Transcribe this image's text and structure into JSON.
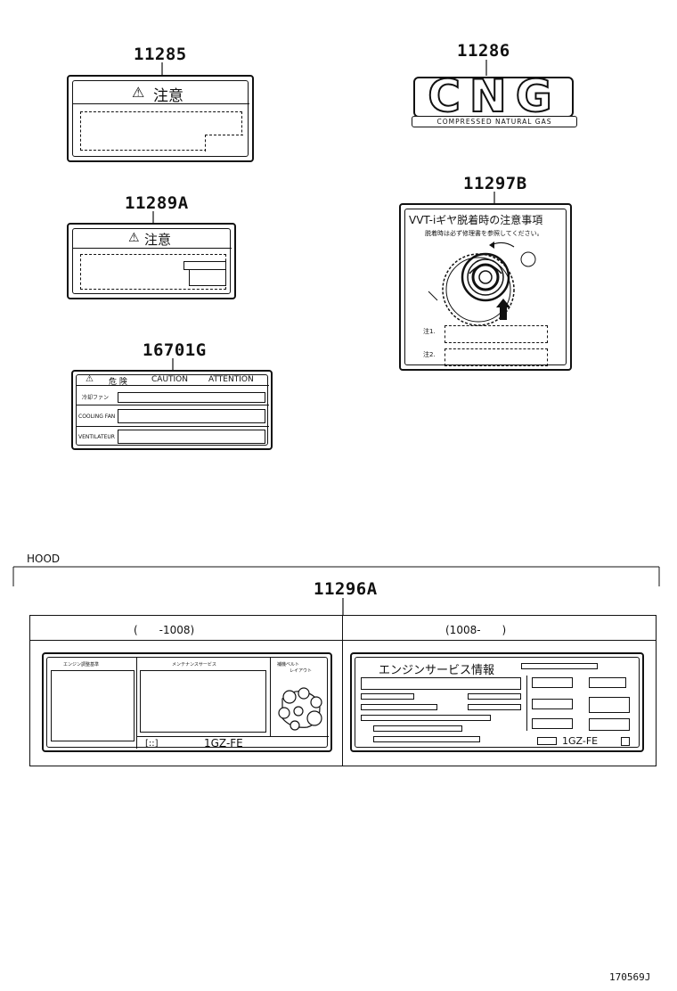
{
  "parts": {
    "p11285": {
      "number": "11285",
      "header": "注意"
    },
    "p11286": {
      "number": "11286",
      "logo_text": "CNG",
      "logo_subtext": "COMPRESSED NATURAL GAS"
    },
    "p11289A": {
      "number": "11289A",
      "header": "注意"
    },
    "p11297B": {
      "number": "11297B",
      "title": "VVT-iギヤ脱着時の注意事項",
      "subtitle": "脱着時は必ず修理書を参照してください。",
      "note1": "注1.",
      "note2": "注2."
    },
    "p16701G": {
      "number": "16701G",
      "header_jp": "危 険",
      "header_en": "CAUTION",
      "header_fr": "ATTENTION",
      "row1": "冷却ファン",
      "row2": "COOLING FAN",
      "row3": "VENTILATEUR"
    }
  },
  "hood": {
    "label": "HOOD",
    "number": "11296A",
    "left": {
      "range": "(　　-1008)",
      "section1": "エンジン調整基準",
      "section2": "メンテナンスサービス",
      "section3": "補機ベルト",
      "section3b": "レイアウト",
      "engine": "1GZ-FE"
    },
    "right": {
      "range": "(1008-　　)",
      "title": "エンジンサービス情報",
      "engine": "1GZ-FE"
    }
  },
  "footer": {
    "ref": "170569J"
  }
}
